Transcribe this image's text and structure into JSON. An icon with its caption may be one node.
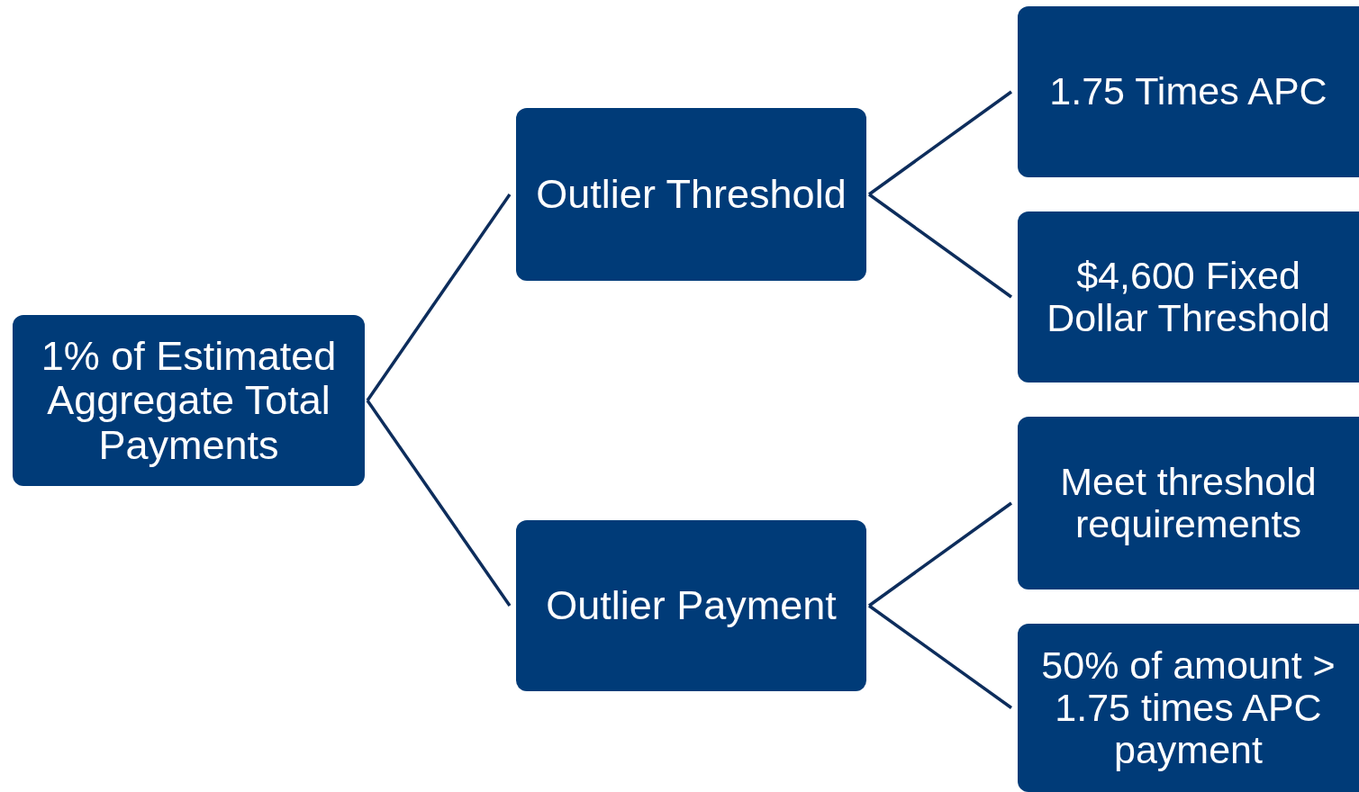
{
  "diagram": {
    "nodes": [
      {
        "text": [
          "1% of Estimated Aggregate Total Payments"
        ]
      },
      {
        "text": [
          "Outlier Threshold"
        ]
      },
      {
        "text": [
          "Outlier Payment"
        ]
      },
      {
        "text": [
          "1.75 Times APC"
        ]
      },
      {
        "text": [
          "$4,600 Fixed Dollar Threshold"
        ]
      },
      {
        "text": [
          "Meet threshold requirements"
        ]
      },
      {
        "text": [
          "50% of amount > 1.75 times APC payment"
        ]
      }
    ],
    "edges": [
      {
        "from": 0,
        "to": 1,
        "arrow": "none"
      },
      {
        "from": 0,
        "to": 2,
        "arrow": "none"
      },
      {
        "from": 1,
        "to": 3,
        "arrow": "none"
      },
      {
        "from": 1,
        "to": 4,
        "arrow": "none"
      },
      {
        "from": 2,
        "to": 5,
        "arrow": "none"
      },
      {
        "from": 2,
        "to": 6,
        "arrow": "none"
      }
    ]
  }
}
